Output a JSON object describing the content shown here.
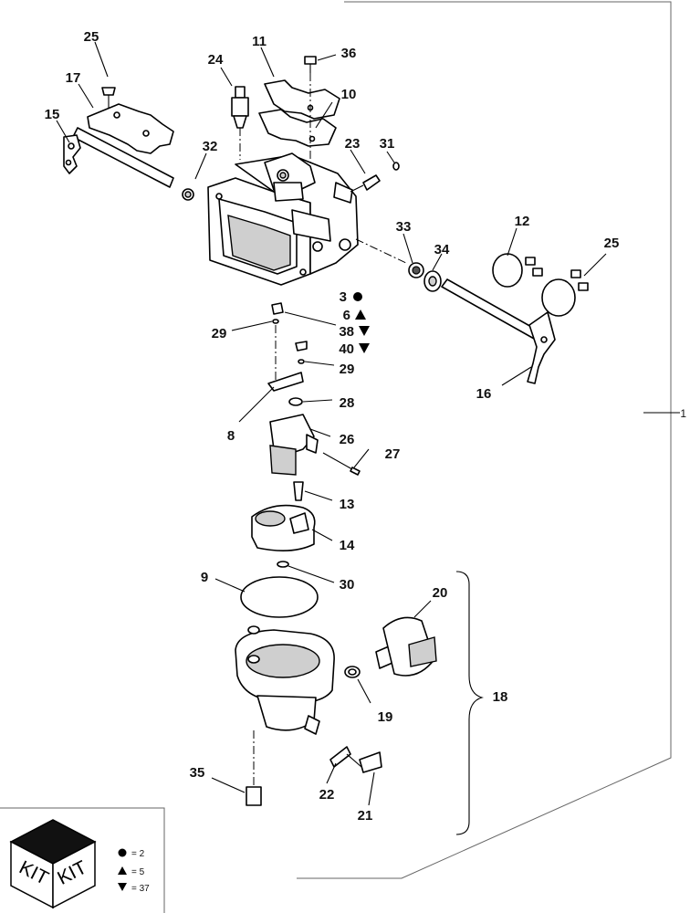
{
  "labels": {
    "l1": "1",
    "l3": "3",
    "l6": "6",
    "l8": "8",
    "l9": "9",
    "l10": "10",
    "l11": "11",
    "l12": "12",
    "l13": "13",
    "l14": "14",
    "l15": "15",
    "l16": "16",
    "l17": "17",
    "l18": "18",
    "l19": "19",
    "l20": "20",
    "l21": "21",
    "l22": "22",
    "l23": "23",
    "l24": "24",
    "l25a": "25",
    "l25b": "25",
    "l26": "26",
    "l27": "27",
    "l28": "28",
    "l29a": "29",
    "l29b": "29",
    "l30": "30",
    "l31": "31",
    "l32": "32",
    "l33": "33",
    "l34": "34",
    "l35": "35",
    "l36": "36",
    "l38": "38",
    "l40": "40"
  },
  "legend": {
    "kit_left": "KIT",
    "kit_right": "KIT",
    "circle_eq": "= 2",
    "triangle_eq": "= 5",
    "triangle_down_eq": "= 37"
  }
}
